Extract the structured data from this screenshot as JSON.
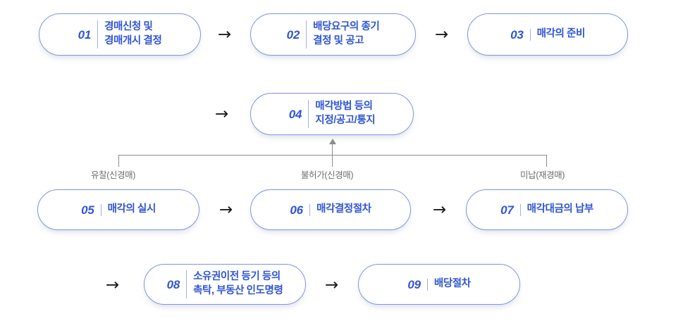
{
  "diagram": {
    "title": "",
    "accent_color": "#2f55d4",
    "border_color": "#8094e3",
    "line_color": "#8c8c8c",
    "background": "#ffffff",
    "steps": [
      {
        "num": "01",
        "label": "경매신청 및\n경매개시 결정"
      },
      {
        "num": "02",
        "label": "배당요구의 종기\n결정 및 공고"
      },
      {
        "num": "03",
        "label": "매각의 준비"
      },
      {
        "num": "04",
        "label": "매각방법 등의\n지정/공고/통지"
      },
      {
        "num": "05",
        "label": "매각의 실시"
      },
      {
        "num": "06",
        "label": "매각결정절차"
      },
      {
        "num": "07",
        "label": "매각대금의 납부"
      },
      {
        "num": "08",
        "label": "소유권이전 등기 등의\n촉탁, 부동산 인도명령"
      },
      {
        "num": "09",
        "label": "배당절차"
      }
    ],
    "arrows": [
      {
        "name": "arrow-01-to-02",
        "glyph": "→"
      },
      {
        "name": "arrow-02-to-03",
        "glyph": "→"
      },
      {
        "name": "arrow-03-to-04",
        "glyph": "→"
      },
      {
        "name": "arrow-05-to-06",
        "glyph": "→"
      },
      {
        "name": "arrow-06-to-07",
        "glyph": "→"
      },
      {
        "name": "arrow-07-to-08",
        "glyph": "→"
      },
      {
        "name": "arrow-08-to-09",
        "glyph": "→"
      }
    ],
    "feedback_labels": [
      {
        "name": "feedback-label-left",
        "text": "유찰(신경매)"
      },
      {
        "name": "feedback-label-center",
        "text": "불허가(신경매)"
      },
      {
        "name": "feedback-label-right",
        "text": "미납(재경매)"
      }
    ]
  }
}
